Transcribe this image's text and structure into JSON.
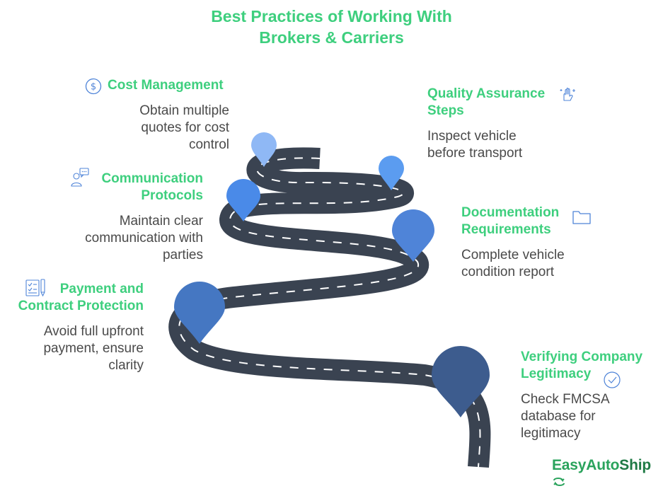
{
  "title": {
    "line1": "Best Practices of Working With",
    "line2": "Brokers & Carriers"
  },
  "steps": [
    {
      "heading": [
        "Cost Management"
      ],
      "description": [
        "Obtain multiple",
        "quotes for cost",
        "control"
      ],
      "icon": "dollar-circle-icon",
      "pin_color": "#8fb8f5"
    },
    {
      "heading": [
        "Quality Assurance",
        "Steps"
      ],
      "description": [
        "Inspect vehicle",
        "before transport"
      ],
      "icon": "hand-sparkle-icon",
      "pin_color": "#5b9cf0"
    },
    {
      "heading": [
        "Communication",
        "Protocols"
      ],
      "description": [
        "Maintain clear",
        "communication with",
        "parties"
      ],
      "icon": "person-chat-icon",
      "pin_color": "#4a8ae8"
    },
    {
      "heading": [
        "Documentation",
        "Requirements"
      ],
      "description": [
        "Complete vehicle",
        "condition report"
      ],
      "icon": "folder-icon",
      "pin_color": "#4f84d8"
    },
    {
      "heading": [
        "Payment and",
        "Contract Protection"
      ],
      "description": [
        "Avoid full upfront",
        "payment, ensure",
        "clarity"
      ],
      "icon": "contract-pen-icon",
      "pin_color": "#4577c2"
    },
    {
      "heading": [
        "Verifying Company",
        "Legitimacy"
      ],
      "description": [
        "Check FMCSA",
        "database for",
        "legitimacy"
      ],
      "icon": "check-circle-icon",
      "pin_color": "#3d5c8e"
    }
  ],
  "brand": {
    "part1": "EasyAuto",
    "part2": "Ship"
  },
  "colors": {
    "accent": "#3ecf7e",
    "road": "#3a4351",
    "road_dash": "#ffffff",
    "text": "#4a4a4a"
  }
}
